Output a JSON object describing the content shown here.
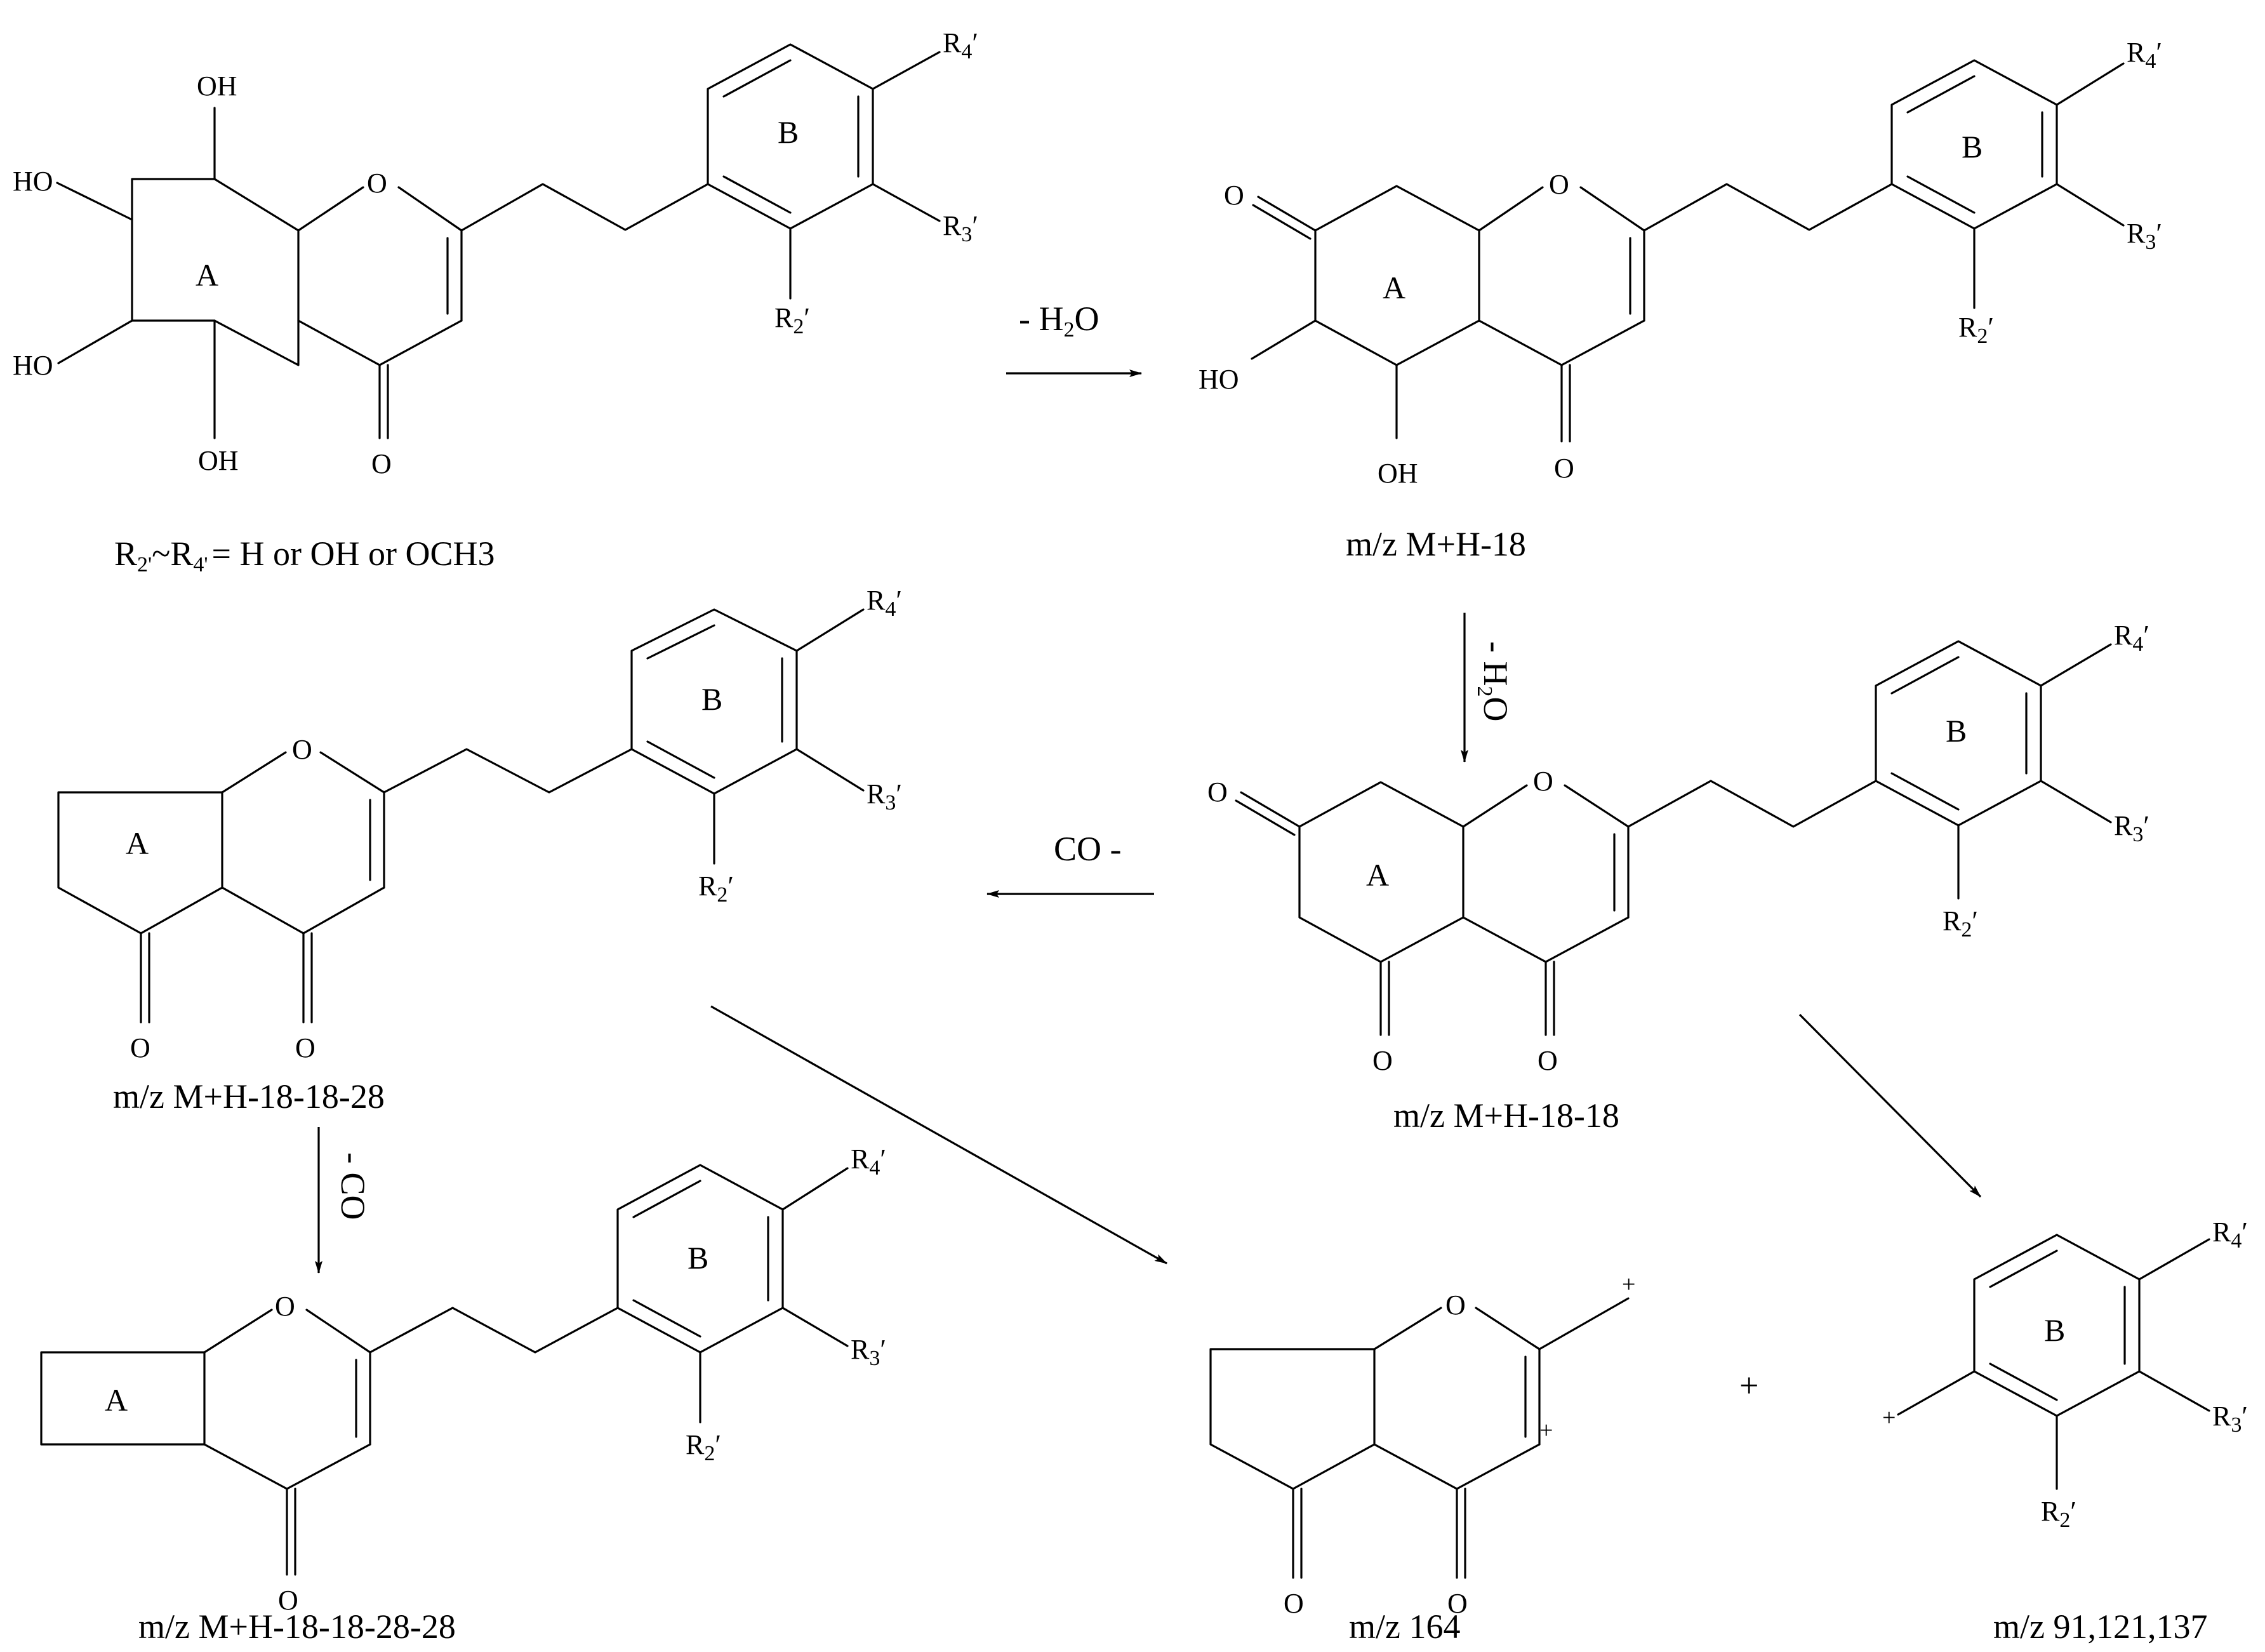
{
  "structures": [
    {
      "id": "s1",
      "ring_a": "A",
      "ring_b": "B",
      "labels": {
        "oh1": "OH",
        "oh2": "HO",
        "oh3": "HO",
        "oh4": "OH",
        "o_ring": "O",
        "o_keto": "O",
        "r4": "R",
        "r4_sub": "4",
        "r3": "R",
        "r3_sub": "3",
        "r2": "R",
        "r2_sub": "2",
        "prime": "′"
      },
      "caption_main": "R",
      "caption_s1": "2'",
      "caption_mid": "~R",
      "caption_s2": "4'",
      "caption_tail": "= H or OH or OCH3"
    },
    {
      "id": "s2",
      "ring_a": "A",
      "ring_b": "B",
      "labels": {
        "o_keto7": "O",
        "oh1": "HO",
        "oh2": "OH",
        "o_ring": "O",
        "o_keto": "O",
        "r4": "R",
        "r4_sub": "4",
        "r3": "R",
        "r3_sub": "3",
        "r2": "R",
        "r2_sub": "2",
        "prime": "′"
      },
      "caption": "m/z M+H-18"
    },
    {
      "id": "s3",
      "ring_a": "A",
      "ring_b": "B",
      "labels": {
        "o_keto7": "O",
        "o_keto5": "O",
        "o_ring": "O",
        "o_keto": "O",
        "r4": "R",
        "r4_sub": "4",
        "r3": "R",
        "r3_sub": "3",
        "r2": "R",
        "r2_sub": "2",
        "prime": "′"
      },
      "caption": "m/z M+H-18-18"
    },
    {
      "id": "s4",
      "ring_a": "A",
      "ring_b": "B",
      "labels": {
        "o_keto5": "O",
        "o_ring": "O",
        "o_keto": "O",
        "r4": "R",
        "r4_sub": "4",
        "r3": "R",
        "r3_sub": "3",
        "r2": "R",
        "r2_sub": "2",
        "prime": "′"
      },
      "caption": "m/z M+H-18-18-28"
    },
    {
      "id": "s5",
      "ring_a": "A",
      "ring_b": "B",
      "labels": {
        "o_ring": "O",
        "o_keto": "O",
        "r4": "R",
        "r4_sub": "4",
        "r3": "R",
        "r3_sub": "3",
        "r2": "R",
        "r2_sub": "2",
        "prime": "′"
      },
      "caption": "m/z M+H-18-18-28-28"
    },
    {
      "id": "s6",
      "labels": {
        "o_ring": "O",
        "o_keto5": "O",
        "o_keto": "O",
        "plus1": "+",
        "plus2": "+"
      },
      "caption": "m/z 164"
    },
    {
      "id": "s7",
      "ring_b": "B",
      "labels": {
        "plus": "+",
        "r4": "R",
        "r4_sub": "4",
        "r3": "R",
        "r3_sub": "3",
        "r2": "R",
        "r2_sub": "2",
        "prime": "′"
      },
      "caption": "m/z 91,121,137"
    }
  ],
  "arrows": {
    "a1": {
      "pre": "- H",
      "sub": "2",
      "post": "O"
    },
    "a2": {
      "pre": "- H",
      "sub": "2",
      "post": "O"
    },
    "a3": {
      "label": "CO -"
    },
    "a4": {
      "label": "- CO"
    }
  },
  "plus_sign": "+"
}
